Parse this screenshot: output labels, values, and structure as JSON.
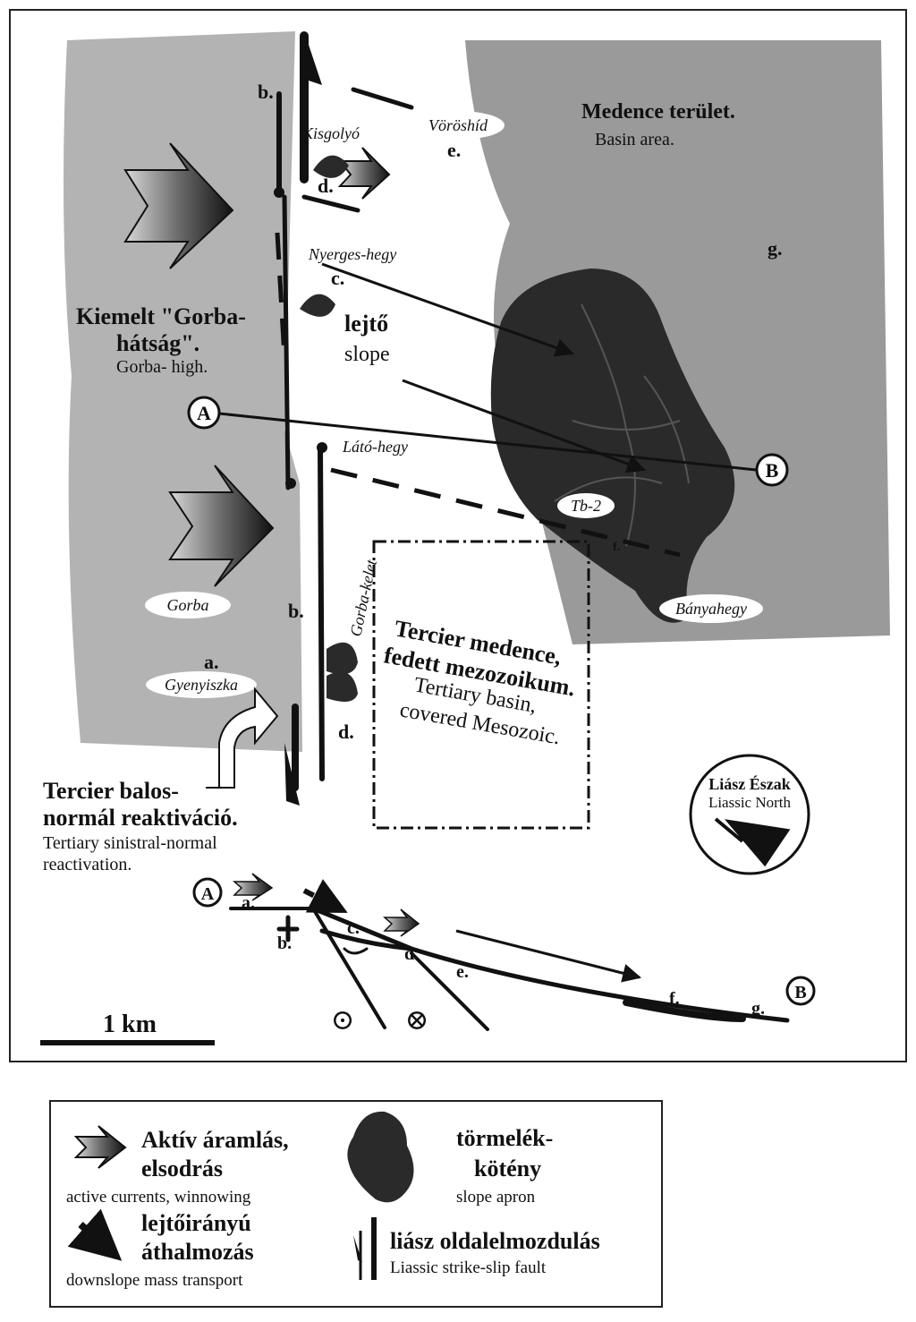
{
  "map": {
    "basin_title_hu": "Medence terület.",
    "basin_title_en": "Basin area.",
    "high_title_hu_1": "Kiemelt \"Gorba-",
    "high_title_hu_2": "hátság\".",
    "high_title_en": "Gorba- high.",
    "slope_hu": "lejtő",
    "slope_en": "slope",
    "tertiary_basin_hu_1": "Tercier medence,",
    "tertiary_basin_hu_2": "fedett mezozoikum.",
    "tertiary_basin_en_1": "Tertiary basin,",
    "tertiary_basin_en_2": "covered Mesozoic.",
    "reactivation_hu_1": "Tercier balos-",
    "reactivation_hu_2": "normál reaktiváció.",
    "reactivation_en_1": "Tertiary sinistral-normal",
    "reactivation_en_2": "reactivation.",
    "north_hu": "Liász Észak",
    "north_en": "Liassic North",
    "scale_label": "1 km",
    "places": {
      "kisgolyo": "Kisgolyó",
      "voroshid": "Vöröshíd",
      "nyerges": "Nyerges-hegy",
      "lato": "Látó-hegy",
      "gorba": "Gorba",
      "gyenyiszka": "Gyenyiszka",
      "gorba_kelet": "Gorba-kelet",
      "tb2": "Tb-2",
      "banyahegy": "Bányahegy"
    },
    "letters": {
      "a": "a.",
      "b": "b.",
      "c": "c.",
      "d": "d.",
      "e": "e.",
      "f": "f.",
      "g": "g."
    },
    "section_points": {
      "start": "A",
      "end": "B"
    },
    "symbols": {
      "out_of_page": "⊙",
      "into_page": "⊗"
    }
  },
  "legend": {
    "active_hu_1": "Aktív áramlás,",
    "active_hu_2": "elsodrás",
    "active_en": "active currents, winnowing",
    "apron_hu_1": "törmelék-",
    "apron_hu_2": "kötény",
    "apron_en": "slope apron",
    "downslope_hu_1": "lejtőirányú",
    "downslope_hu_2": "áthalmozás",
    "downslope_en": "downslope mass transport",
    "fault_hu": "liász oldalelmozdulás",
    "fault_en": "Liassic strike-slip fault"
  },
  "colors": {
    "high_gray": "#b3b3b3",
    "basin_gray": "#9a9a9a",
    "apron_dark": "#2a2a2a",
    "ink": "#111111"
  }
}
